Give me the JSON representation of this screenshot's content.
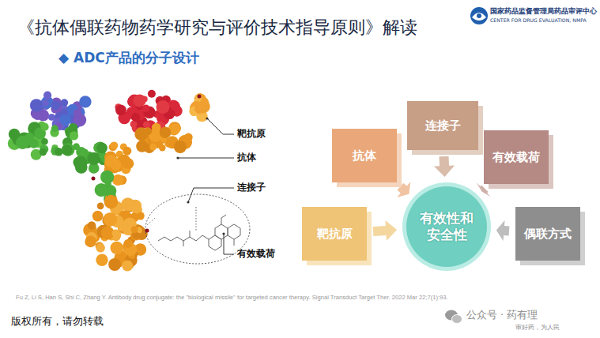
{
  "diagram": {
    "title": "《抗体偶联药物药学研究与评价技术指导原则》解读",
    "nodes": [
      {
        "text": [
          "连接子"
        ]
      },
      {
        "text": [
          "抗体"
        ]
      },
      {
        "text": [
          "有效载荷"
        ]
      },
      {
        "text": [
          "靶抗原"
        ]
      },
      {
        "text": [
          "有效性和安全性"
        ]
      },
      {
        "text": [
          "偶联方式"
        ]
      }
    ],
    "edges": [
      {
        "from": 0,
        "to": 4,
        "arrow": "to"
      },
      {
        "from": 1,
        "to": 4,
        "arrow": "to"
      },
      {
        "from": 2,
        "to": 4,
        "arrow": "to"
      },
      {
        "from": 3,
        "to": 4,
        "arrow": "to"
      },
      {
        "from": 5,
        "to": 4,
        "arrow": "to"
      }
    ],
    "labels": [
      "国家药品监督管理局药品审评中心",
      "CENTER FOR DRUG EVALUATION, NMPA",
      "◆ ADC产品的分子设计",
      "靶抗原",
      "抗体",
      "连接子",
      "有效载荷",
      "Fu Z, Li S, Han S, Shi C, Zhang Y. Antibody drug conjugate: the \"biological missile\" for targeted cancer therapy. Signal Transduct Target Ther. 2022 Mar 22;7(1):93.",
      "版权所有，请勿转载",
      "公众号 · 药有理",
      "审好药，为人民"
    ]
  }
}
